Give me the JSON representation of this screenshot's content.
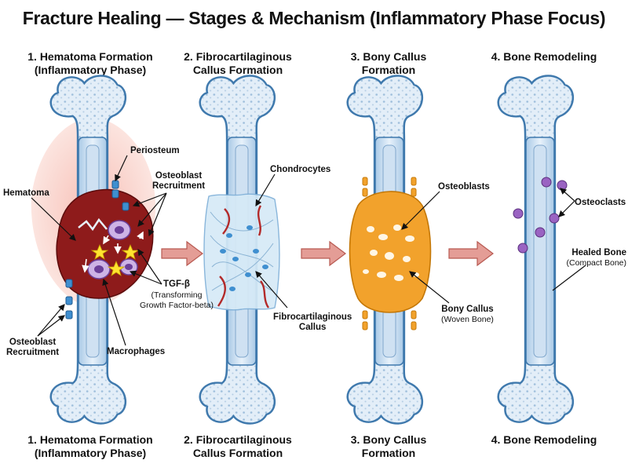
{
  "title": "Fracture Healing — Stages & Mechanism (Inflammatory Phase Focus)",
  "stages": [
    {
      "line1": "1. Hematoma Formation",
      "line2": "(Inflammatory Phase)"
    },
    {
      "line1": "2. Fibrocartilaginous",
      "line2": "Callus Formation"
    },
    {
      "line1": "3. Bony Callus",
      "line2": "Formation"
    },
    {
      "line1": "4. Bone Remodeling",
      "line2": ""
    }
  ],
  "labels": {
    "periosteum": "Periosteum",
    "osteoblast_recruitment_top_1": "Osteoblast",
    "osteoblast_recruitment_top_2": "Recruitment",
    "hematoma": "Hematoma",
    "tgf_beta": "TGF-β",
    "tgf_beta_sub_1": "(Transforming",
    "tgf_beta_sub_2": "Growth Factor-beta)",
    "osteoblast_recruitment_bottom_1": "Osteoblast",
    "osteoblast_recruitment_bottom_2": "Recruitment",
    "macrophages": "Macrophages",
    "chondrocytes": "Chondrocytes",
    "fibrocartilaginous_callus_1": "Fibrocartilaginous",
    "fibrocartilaginous_callus_2": "Callus",
    "osteoblasts": "Osteoblasts",
    "bony_callus": "Bony Callus",
    "bony_callus_sub": "(Woven Bone)",
    "osteoclasts": "Osteoclasts",
    "healed_bone": "Healed Bone",
    "healed_bone_sub": "(Compact Bone)"
  },
  "colors": {
    "bone_outline": "#3f79ad",
    "bone_fill": "#dbe9f6",
    "hematoma": "#8e1b1b",
    "callus_orange": "#f2a22c",
    "osteoclast_purple": "#7b3fa0",
    "arrow": "#e49d96"
  }
}
